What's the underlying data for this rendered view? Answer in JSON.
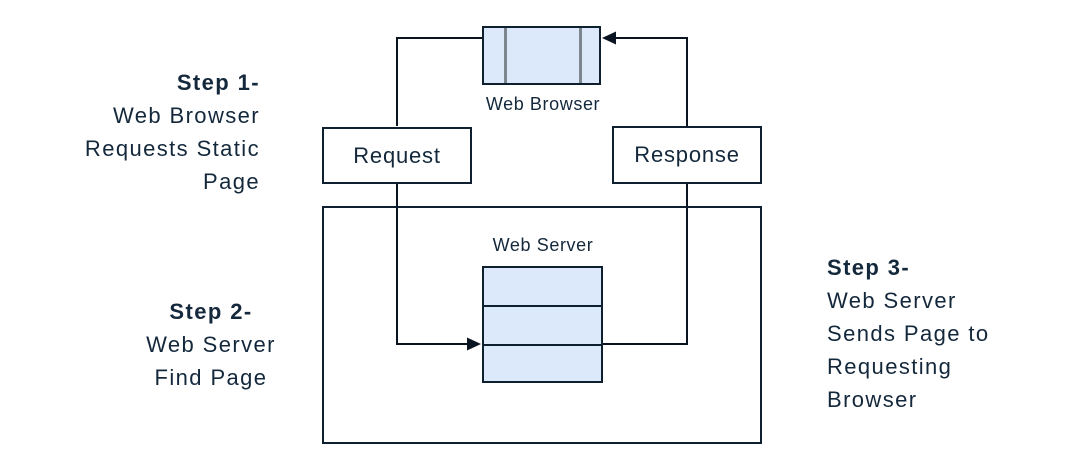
{
  "colors": {
    "node_fill": "#dce9fa",
    "node_stroke": "#0e2030",
    "connector": "#0a1420",
    "divider_gray": "#7d858e",
    "text": "#14283c"
  },
  "nodes": {
    "browser_label": "Web Browser",
    "server_label": "Web Server",
    "request_label": "Request",
    "response_label": "Response"
  },
  "steps": [
    {
      "title": "Step 1-",
      "lines": [
        "Web Browser",
        "Requests Static",
        "Page"
      ]
    },
    {
      "title": "Step 2-",
      "lines": [
        "Web Server",
        "Find Page"
      ]
    },
    {
      "title": "Step 3-",
      "lines": [
        "Web Server",
        "Sends Page to",
        "Requesting",
        "Browser"
      ]
    }
  ]
}
